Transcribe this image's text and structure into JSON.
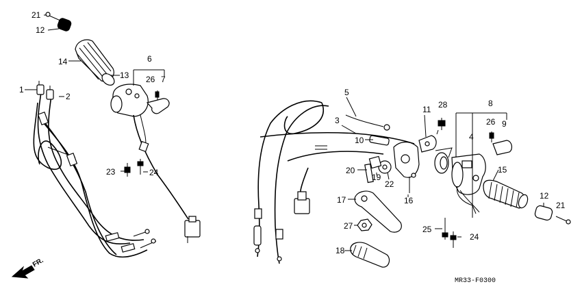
{
  "diagram": {
    "code": "MR33-F0300",
    "direction_label": "FR.",
    "callouts": [
      "1",
      "2",
      "3",
      "4",
      "5",
      "6",
      "7",
      "8",
      "9",
      "10",
      "11",
      "12",
      "13",
      "14",
      "15",
      "16",
      "17",
      "18",
      "19",
      "20",
      "21",
      "22",
      "23",
      "24",
      "25",
      "26",
      "27",
      "28"
    ],
    "callout_21_b": "21",
    "callout_24_b": "24",
    "callout_26_b": "26"
  }
}
